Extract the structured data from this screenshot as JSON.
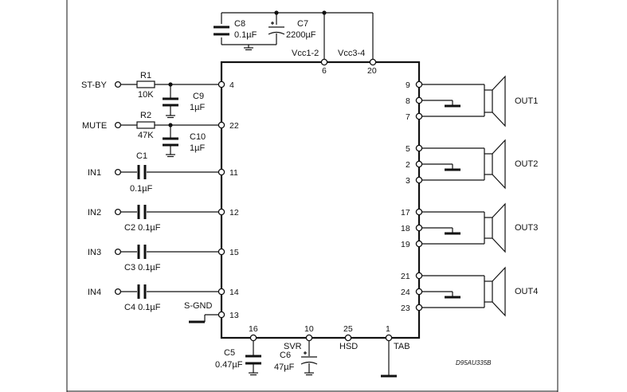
{
  "inputs": {
    "stby": "ST-BY",
    "mute": "MUTE",
    "in1": "IN1",
    "in2": "IN2",
    "in3": "IN3",
    "in4": "IN4"
  },
  "components": {
    "r1_name": "R1",
    "r1_value": "10K",
    "r2_name": "R2",
    "r2_value": "47K",
    "c1_name": "C1",
    "c1_value": "0.1µF",
    "c2_label": "C2 0.1µF",
    "c3_label": "C3 0.1µF",
    "c4_label": "C4 0.1µF",
    "c5_name": "C5",
    "c5_value": "0.47µF",
    "c6_name": "C6",
    "c6_value": "47µF",
    "c7_name": "C7",
    "c7_value": "2200µF",
    "c8_name": "C8",
    "c8_value": "0.1µF",
    "c9_name": "C9",
    "c9_value": "1µF",
    "c10_name": "C10",
    "c10_value": "1µF"
  },
  "supply": {
    "vcc12": "Vcc1-2",
    "vcc34": "Vcc3-4"
  },
  "signals": {
    "sgnd": "S-GND",
    "svr": "SVR",
    "hsd": "HSD",
    "tab": "TAB"
  },
  "pins_left": [
    "4",
    "22",
    "11",
    "12",
    "15",
    "14",
    "13"
  ],
  "pins_top": [
    "6",
    "20"
  ],
  "pins_bottom": [
    "16",
    "10",
    "25",
    "1"
  ],
  "pins_right": [
    "9",
    "8",
    "7",
    "5",
    "2",
    "3",
    "17",
    "18",
    "19",
    "21",
    "24",
    "23"
  ],
  "outputs": [
    "OUT1",
    "OUT2",
    "OUT3",
    "OUT4"
  ],
  "ref_code": "D95AU335B"
}
